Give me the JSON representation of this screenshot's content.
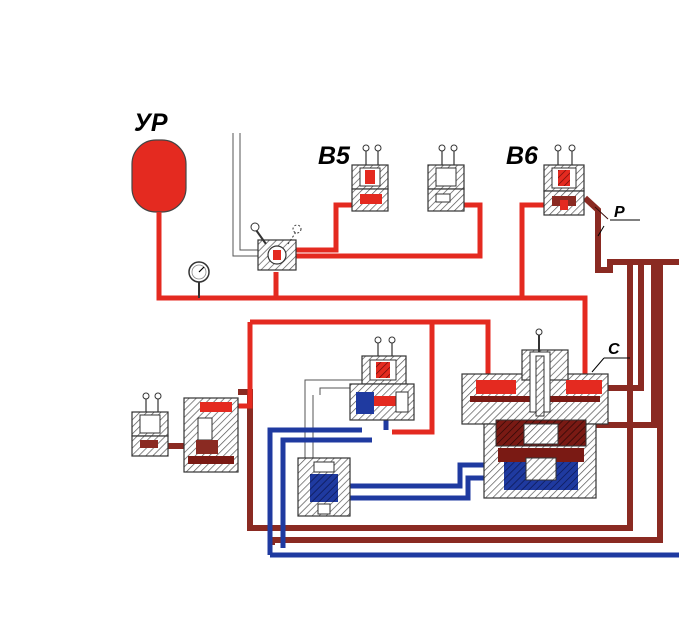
{
  "labels": {
    "reservoir": "УР",
    "valve_b5": "В5",
    "valve_b6": "В6",
    "port_p": "Р",
    "port_c": "С"
  },
  "colors": {
    "supply_red": "#e42a20",
    "brake_pipe_brown": "#8a2a22",
    "cylinder_blue": "#1f3aa0",
    "line_outline": "#4a4a4a",
    "hatch_body": "#c9c9c9",
    "dark_red_chamber": "#7a1a14",
    "background": "#ffffff"
  },
  "icons": [
    "pressure-gauge-icon",
    "solenoid-valve-icon",
    "spring-icon",
    "hatched-valve-body-icon"
  ]
}
